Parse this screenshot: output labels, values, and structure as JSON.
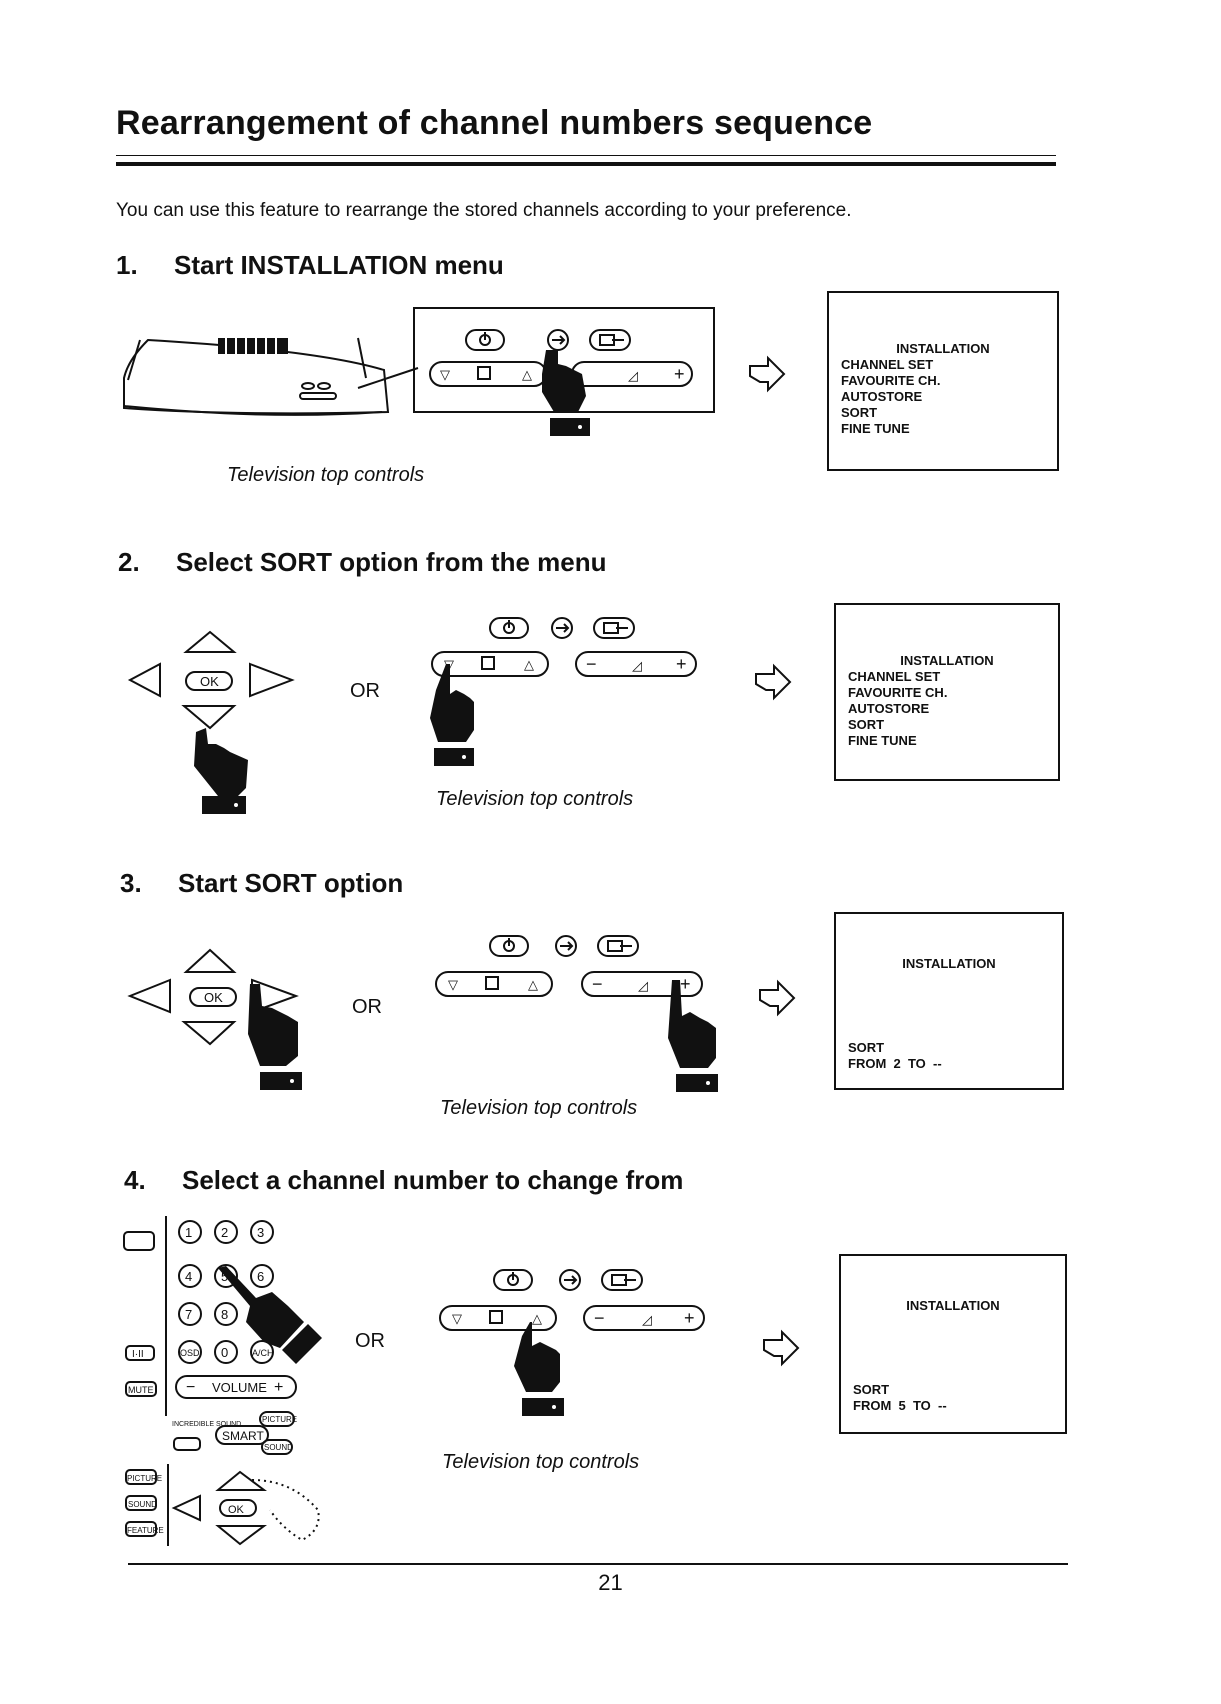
{
  "page": {
    "title": "Rearrangement of channel numbers sequence",
    "intro": "You can use this feature to rearrange the stored channels according to your preference.",
    "page_number": "21"
  },
  "steps": [
    {
      "number": "1.",
      "label": "Start INSTALLATION menu"
    },
    {
      "number": "2.",
      "label": "Select SORT option from the menu"
    },
    {
      "number": "3.",
      "label": "Start SORT option"
    },
    {
      "number": "4.",
      "label": "Select a channel number to change from"
    }
  ],
  "captions": {
    "tv_top_controls": "Television top controls",
    "or": "OR"
  },
  "screens": {
    "s1": {
      "title": "INSTALLATION",
      "items": [
        "CHANNEL SET",
        "FAVOURITE CH.",
        "AUTOSTORE",
        "SORT",
        "FINE TUNE"
      ]
    },
    "s2": {
      "title": "INSTALLATION",
      "items": [
        "CHANNEL SET",
        "FAVOURITE CH.",
        "AUTOSTORE",
        "SORT",
        "FINE TUNE"
      ]
    },
    "s3": {
      "title": "INSTALLATION",
      "line1": "SORT",
      "line2": "FROM  2  TO  --"
    },
    "s4": {
      "title": "INSTALLATION",
      "line1": "SORT",
      "line2": "FROM  5  TO  --"
    }
  },
  "remote": {
    "ok": "OK",
    "digits": [
      "1",
      "2",
      "3",
      "4",
      "5",
      "6",
      "7",
      "8",
      "0"
    ],
    "osd": "OSD",
    "ach": "A/CH",
    "volume": "VOLUME",
    "minus": "−",
    "plus": "+",
    "smart": "SMART",
    "picture": "PICTURE",
    "sound": "SOUND",
    "incredible_sound": "INCREDIBLE SOUND",
    "mute": "MUTE",
    "stereo": "I·II",
    "side_labels": [
      "PICTURE",
      "SOUND",
      "FEATURE"
    ]
  },
  "icons": {
    "hand": "pointing-hand-icon",
    "arrow": "next-arrow-icon",
    "power": "power-icon",
    "menu": "menu-icon",
    "av": "av-input-icon"
  }
}
